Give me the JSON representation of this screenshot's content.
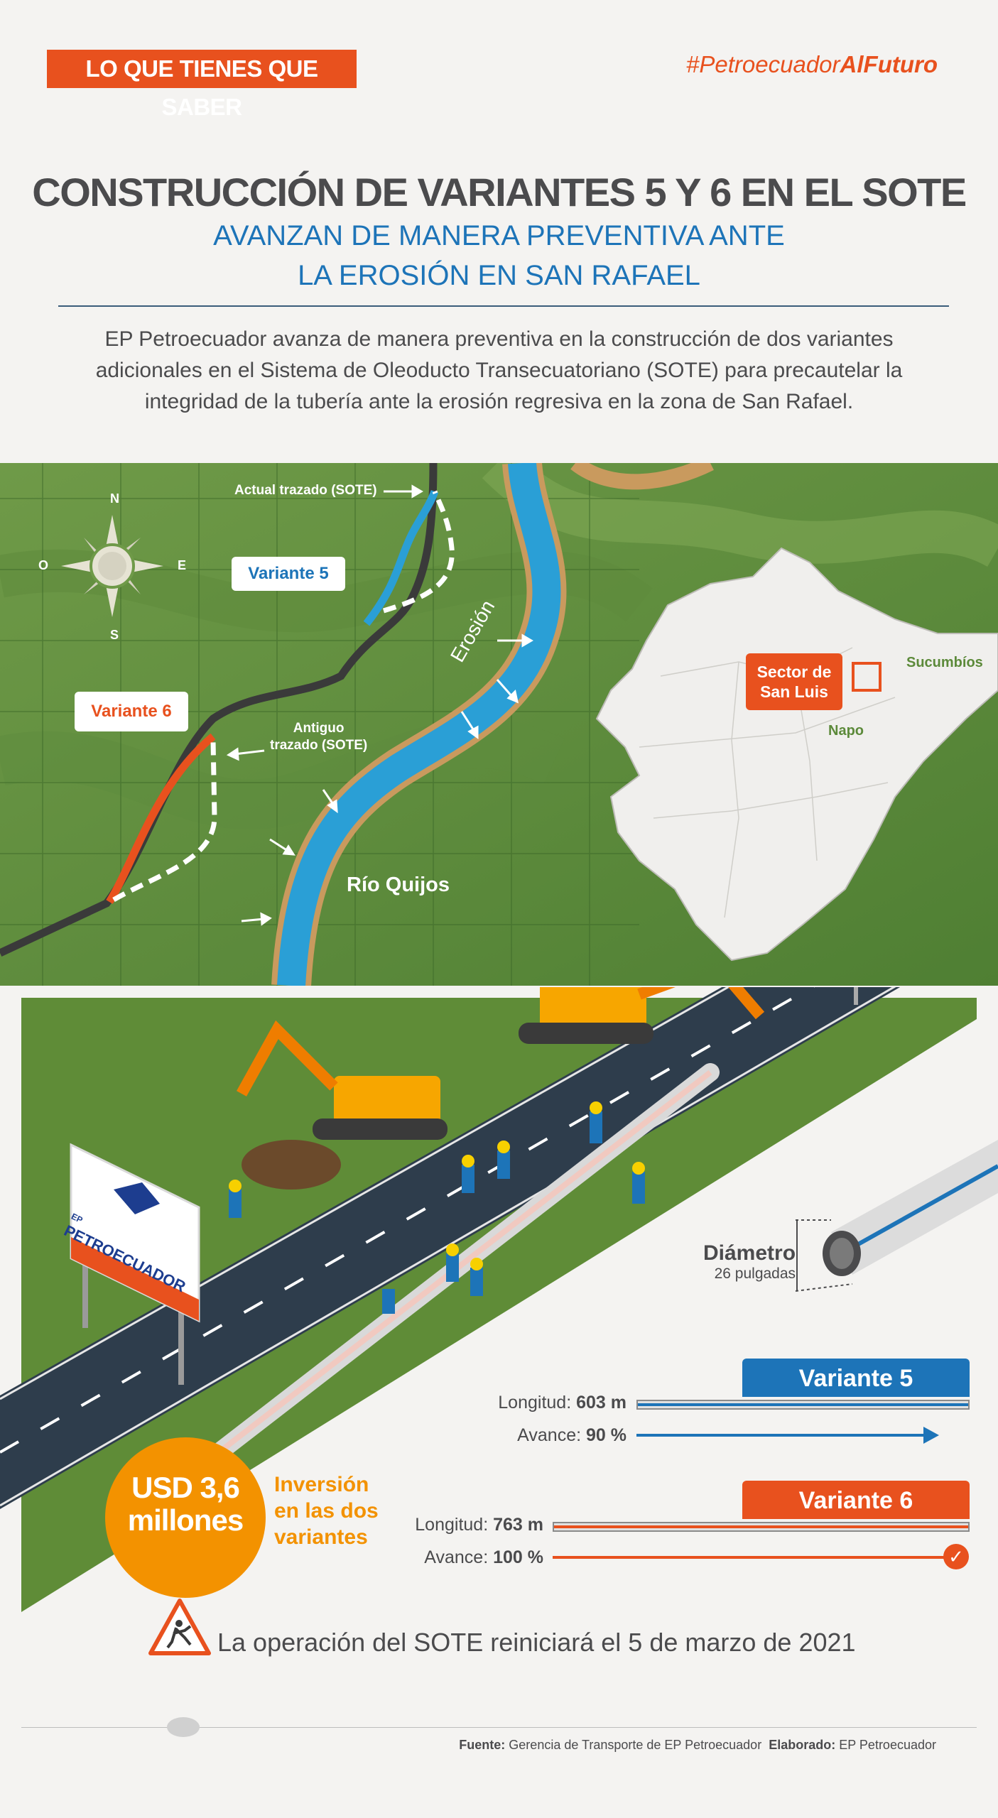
{
  "header": {
    "tag": "LO QUE TIENES QUE SABER",
    "hashtag_a": "#Petroecuador",
    "hashtag_b": "AlFuturo"
  },
  "title": "CONSTRUCCIÓN DE VARIANTES 5 Y 6 EN EL SOTE",
  "subtitle_line1": "AVANZAN DE MANERA PREVENTIVA ANTE",
  "subtitle_line2": "LA EROSIÓN EN SAN RAFAEL",
  "intro": "EP Petroecuador avanza de manera preventiva en la construcción de dos variantes adicionales en el Sistema de Oleoducto Transecuatoriano (SOTE) para precautelar la integridad de la tubería ante la erosión regresiva en la zona de San Rafael.",
  "map": {
    "compass": {
      "n": "N",
      "s": "S",
      "e": "E",
      "o": "O"
    },
    "actual": "Actual trazado (SOTE)",
    "variante5": "Variante 5",
    "variante6": "Variante 6",
    "antiguo_1": "Antiguo",
    "antiguo_2": "trazado (SOTE)",
    "erosion": "Erosión",
    "rio": "Río Quijos",
    "sector_1": "Sector de",
    "sector_2": "San Luis",
    "sucumbios": "Sucumbíos",
    "napo": "Napo"
  },
  "sign": {
    "line1": "EP",
    "line2": "PETROECUADOR"
  },
  "pipe": {
    "diametro": "Diámetro",
    "pulgadas": "26 pulgadas"
  },
  "variants": [
    {
      "name": "Variante 5",
      "longitud_label": "Longitud:",
      "longitud": "603 m",
      "avance_label": "Avance:",
      "avance": "90 %",
      "progress": 0.9,
      "color": "#1d74b8"
    },
    {
      "name": "Variante 6",
      "longitud_label": "Longitud:",
      "longitud": "763 m",
      "avance_label": "Avance:",
      "avance": "100 %",
      "progress": 1.0,
      "color": "#e8511e"
    }
  ],
  "investment": {
    "line1": "USD 3,6",
    "line2": "millones",
    "desc1": "Inversión",
    "desc2": "en las dos",
    "desc3": "variantes"
  },
  "reopen": "La operación del SOTE reiniciará el 5 de marzo de 2021",
  "footer": {
    "fuente_label": "Fuente:",
    "fuente": "Gerencia de Transporte de EP Petroecuador",
    "elaborado_label": "Elaborado:",
    "elaborado": "EP Petroecuador"
  },
  "colors": {
    "orange": "#e8511e",
    "blue": "#1d74b8",
    "amber": "#f39200",
    "green": "#5c8a3a"
  }
}
